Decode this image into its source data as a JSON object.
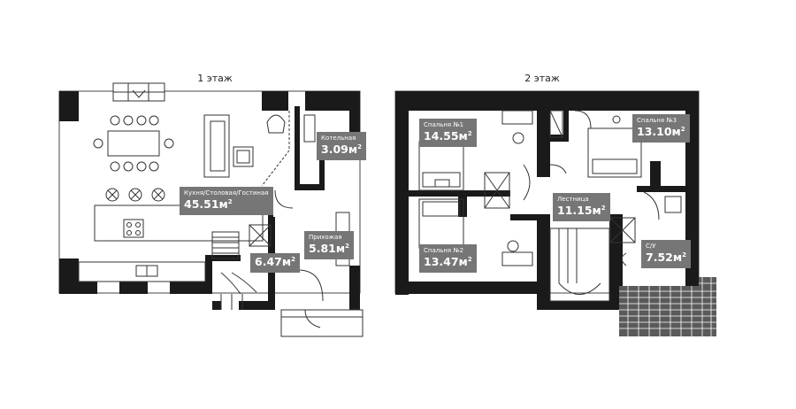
{
  "floors": [
    {
      "title": "1 этаж"
    },
    {
      "title": "2 этаж"
    }
  ],
  "rooms": [
    {
      "name": "Кухня/Столовая/Гостиная",
      "area": "45.51м",
      "unit_sup": "2"
    },
    {
      "name": "Котельная",
      "area": "3.09м",
      "unit_sup": "2"
    },
    {
      "name": "Прихожая",
      "area": "5.81м",
      "unit_sup": "2"
    },
    {
      "name": "",
      "area": "6.47м",
      "unit_sup": "2"
    },
    {
      "name": "Спальня №1",
      "area": "14.55м",
      "unit_sup": "2"
    },
    {
      "name": "Спальня №3",
      "area": "13.10м",
      "unit_sup": "2"
    },
    {
      "name": "Лестница",
      "area": "11.15м",
      "unit_sup": "2"
    },
    {
      "name": "Спальня №2",
      "area": "13.47м",
      "unit_sup": "2"
    },
    {
      "name": "С/У",
      "area": "7.52м",
      "unit_sup": "2"
    }
  ],
  "colors": {
    "wall": "#1a1a1a",
    "label_bg": "#767676",
    "furniture": "#333333",
    "roof_tile": "#6a6a6a"
  }
}
